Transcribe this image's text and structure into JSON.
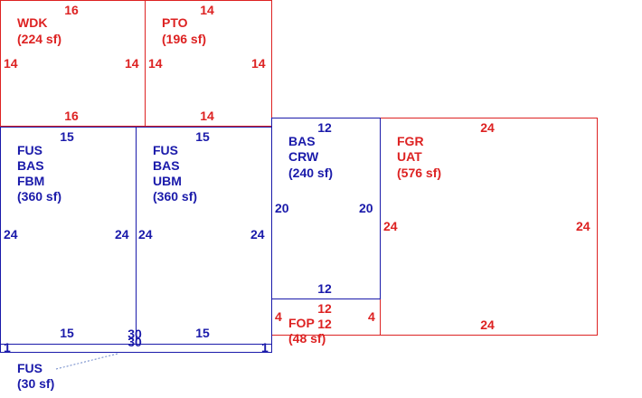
{
  "colors": {
    "red": "#dd2222",
    "blue": "#1a1aaa",
    "leader": "#6b86c8"
  },
  "areas": {
    "wdk": {
      "code": "WDK",
      "area": "(224 sf)",
      "top": "16",
      "bottom": "16",
      "left": "14",
      "right": "14"
    },
    "pto": {
      "code": "PTO",
      "area": "(196 sf)",
      "top": "14",
      "bottom": "14",
      "left": "14",
      "right": "14"
    },
    "fbm": {
      "line1": "FUS",
      "line2": "BAS",
      "line3": "FBM",
      "area": "(360 sf)",
      "top": "15",
      "bottom": "15",
      "left": "24",
      "right": "24"
    },
    "ubm": {
      "line1": "FUS",
      "line2": "BAS",
      "line3": "UBM",
      "area": "(360 sf)",
      "top": "15",
      "bottom": "15",
      "left": "24",
      "right": "24"
    },
    "crw": {
      "line1": "BAS",
      "line2": "CRW",
      "area": "(240 sf)",
      "top": "12",
      "bottom": "12",
      "left": "20",
      "right": "20"
    },
    "uat": {
      "line1": "FGR",
      "line2": "UAT",
      "area": "(576 sf)",
      "top": "24",
      "bottom": "24",
      "left": "24",
      "right": "24"
    },
    "fop": {
      "code": "FOP",
      "area": "(48 sf)",
      "top": "12",
      "bottom": "12",
      "left": "4",
      "right": "4"
    },
    "strip": {
      "code": "FUS",
      "area": "(30 sf)",
      "top": "30",
      "bottom": "30",
      "left": "1",
      "right": "1"
    }
  }
}
